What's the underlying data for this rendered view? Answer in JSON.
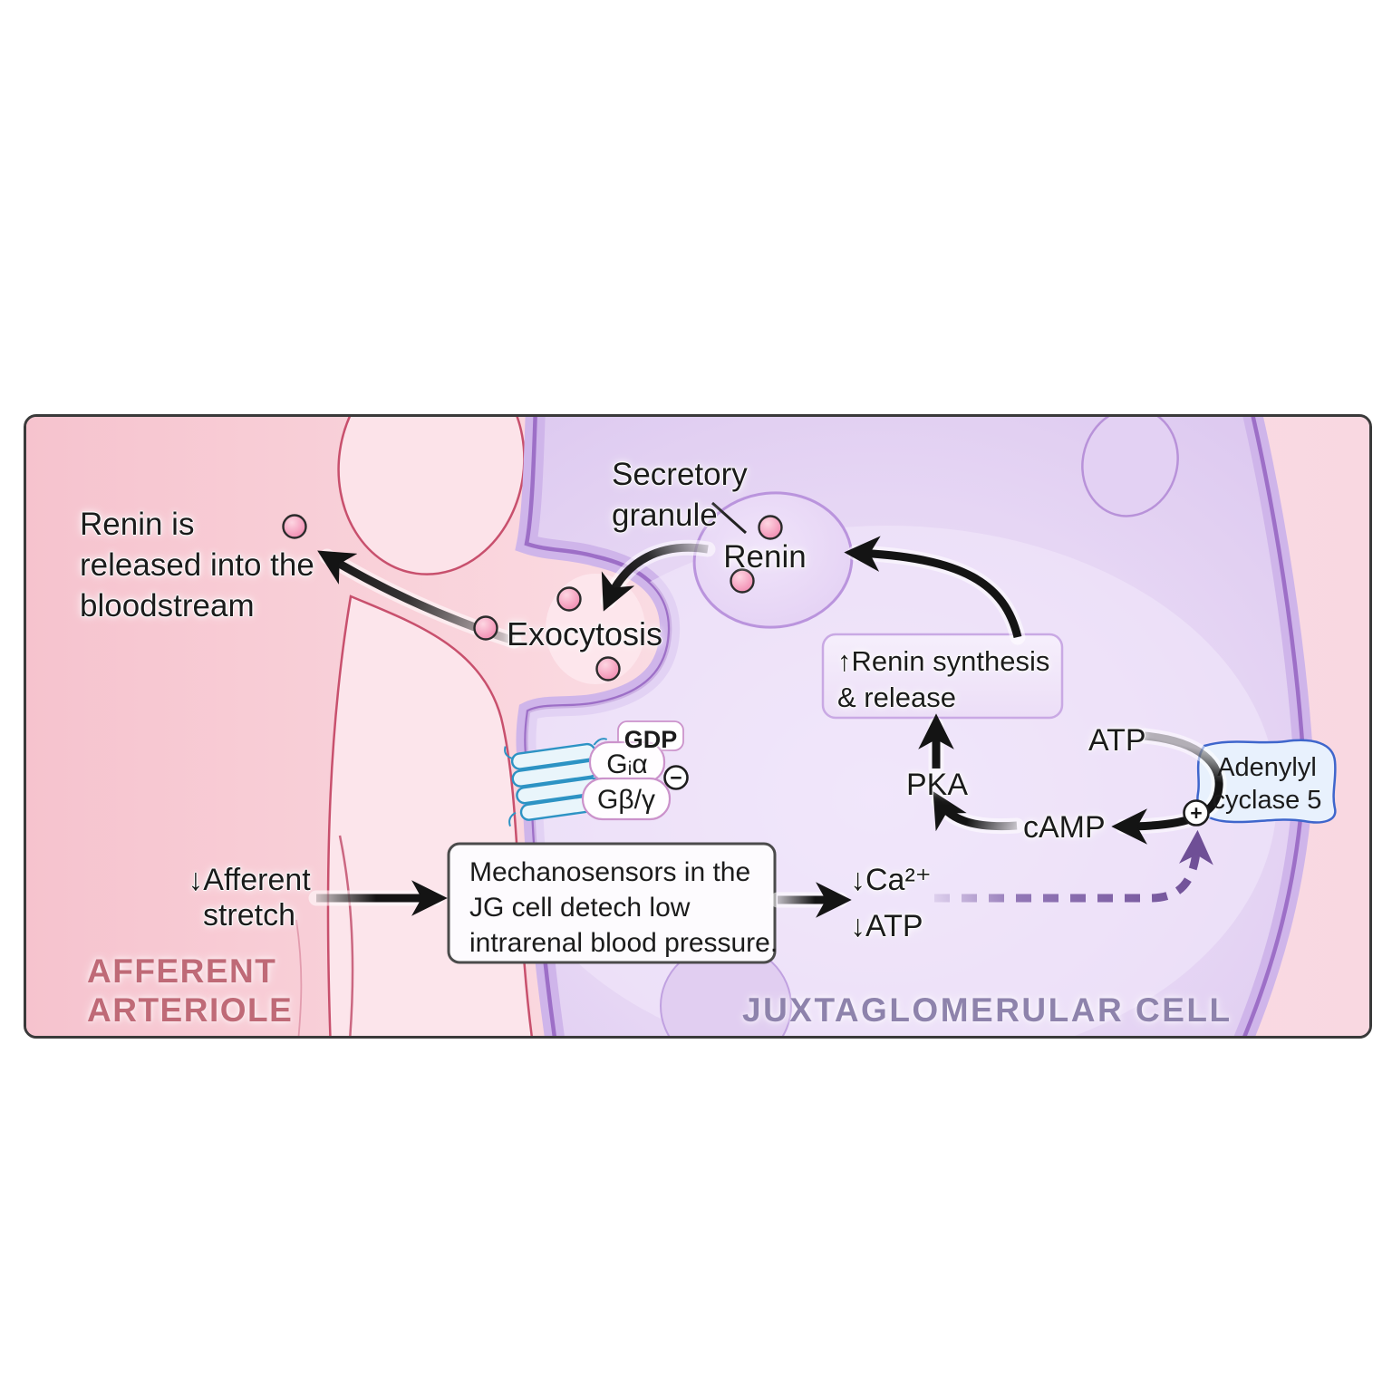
{
  "diagram": {
    "bloodstream_note": {
      "line1": "Renin is",
      "line2": "released into the",
      "line3": "bloodstream"
    },
    "secretory_granule_label": {
      "line1": "Secretory",
      "line2": "granule"
    },
    "granule_label": "Renin",
    "exocytosis_label": "Exocytosis",
    "gpcr": {
      "gdp": "GDP",
      "gi_alpha": "Gᵢα",
      "g_beta_gamma": "Gβ/γ",
      "inhibit_sign": "−"
    },
    "stretch_label": {
      "line1": "↓Afferent",
      "line2": "stretch"
    },
    "mechanosensor_box": {
      "line1": "Mechanosensors in the",
      "line2": "JG cell detech low",
      "line3": "intrarenal blood pressure."
    },
    "second_messengers": {
      "calcium": "↓Ca²⁺",
      "atp": "↓ATP"
    },
    "synthesis_box": {
      "line1": "↑Renin synthesis",
      "line2": "& release"
    },
    "pka_label": "PKA",
    "camp_label": "cAMP",
    "atp_label": "ATP",
    "adenylyl_box": {
      "line1": "Adenylyl",
      "line2": "cyclase 5"
    },
    "activate_sign": "+",
    "region_left": {
      "line1": "AFFERENT",
      "line2": "ARTERIOLE"
    },
    "region_right": "JUXTAGLOMERULAR CELL",
    "colors": {
      "arteriole_bg": "#f7c9d3",
      "cell_bg": "#e6d6f4",
      "membrane_line": "#9d6fc7",
      "membrane_band": "#cfb5ea",
      "vessel_line": "#c34b6b",
      "granule_dot": "#f298b9",
      "arrow": "#141414",
      "dashed_arrow": "#6f4f96",
      "adenylyl_border": "#3f66cc",
      "receptor_blue": "#2d93c4",
      "region_left_color": "#bf6a77",
      "region_right_color": "#8e83ac"
    }
  }
}
